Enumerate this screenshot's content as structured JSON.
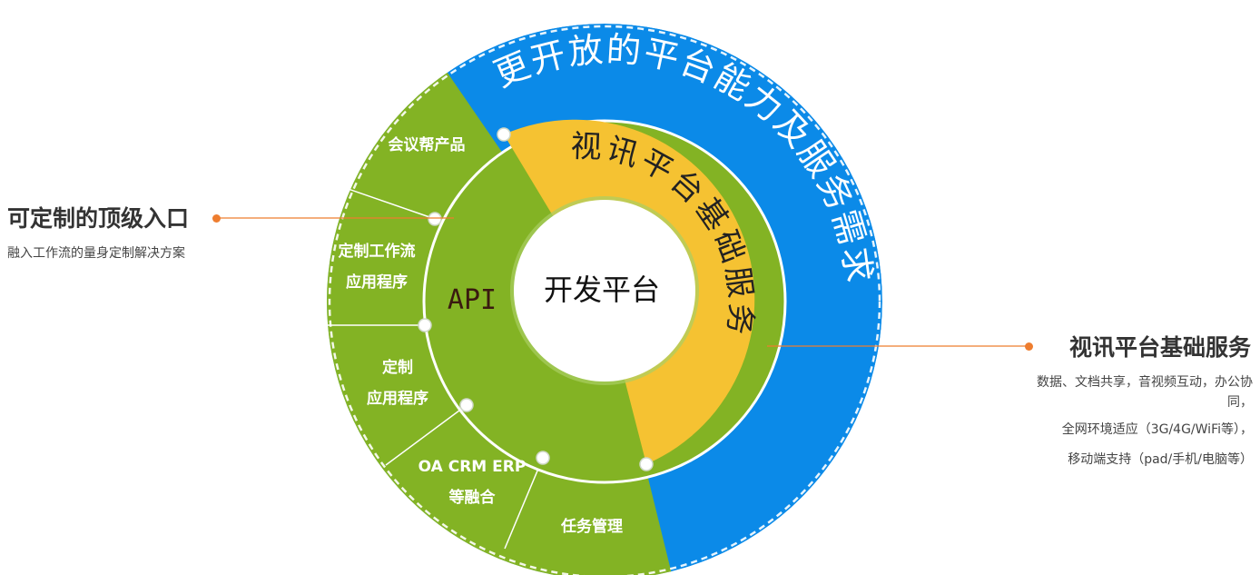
{
  "center": {
    "label": "开发平台"
  },
  "api_label": "API",
  "outer_ring": {
    "text": "更开放的平台能力及服务需求",
    "color": "#0b8ae8"
  },
  "yellow_ring": {
    "text": "视讯平台基础服务",
    "color": "#f5c232"
  },
  "green_color": "#83b324",
  "segments": [
    {
      "lines": [
        "会议帮产品"
      ]
    },
    {
      "lines": [
        "定制工作流",
        "应用程序"
      ]
    },
    {
      "lines": [
        "定制",
        "应用程序"
      ]
    },
    {
      "lines": [
        "OA CRM ERP",
        "等融合"
      ]
    },
    {
      "lines": [
        "任务管理"
      ]
    }
  ],
  "left_callout": {
    "title": "可定制的顶级入口",
    "desc": "融入工作流的量身定制解决方案"
  },
  "right_callout": {
    "title": "视讯平台基础服务",
    "desc_lines": [
      "数据、文档共享，音视频互动，办公协同，",
      "全网环境适应（3G/4G/WiFi等），",
      "移动端支持（pad/手机/电脑等）"
    ]
  },
  "accent_color": "#ee7d2f"
}
